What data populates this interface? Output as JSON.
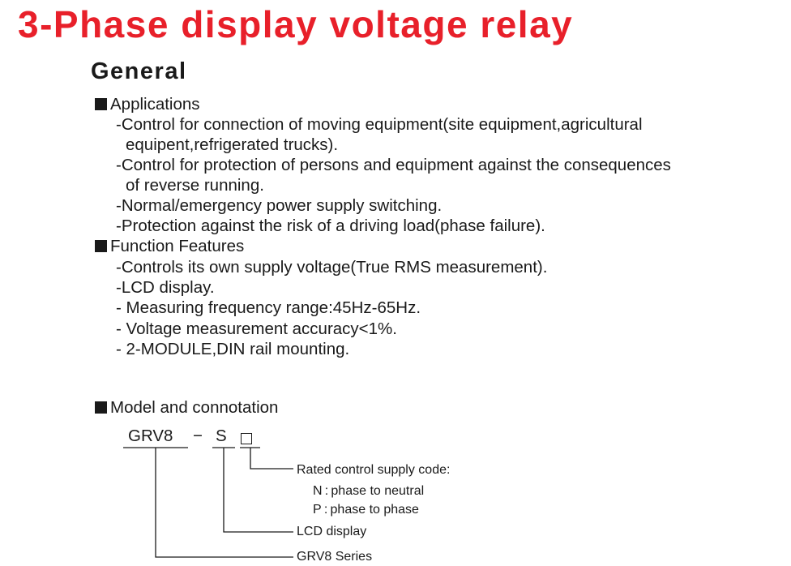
{
  "title": "3-Phase display voltage relay",
  "section": "General",
  "applications": {
    "heading": "Applications",
    "items": [
      "-Control for connection of moving equipment(site equipment,agricultural",
      "equipent,refrigerated trucks).",
      "-Control for protection of persons and equipment against the consequences",
      "of reverse running.",
      "-Normal/emergency power supply switching.",
      "-Protection against the risk of a driving load(phase failure)."
    ]
  },
  "features": {
    "heading": "Function Features",
    "items": [
      "-Controls its own supply voltage(True RMS measurement).",
      "-LCD display.",
      "- Measuring frequency range:45Hz-65Hz.",
      "- Voltage measurement accuracy<1%.",
      "- 2-MODULE,DIN rail mounting."
    ]
  },
  "model": {
    "heading": "Model and connotation",
    "series_code": "GRV8",
    "dash": "−",
    "s_code": "S",
    "labels": {
      "supply_code": "Rated control supply code:",
      "n": "N : phase  to  neutral",
      "p": "P : phase to phase",
      "lcd": "LCD display",
      "series": "GRV8 Series"
    }
  }
}
